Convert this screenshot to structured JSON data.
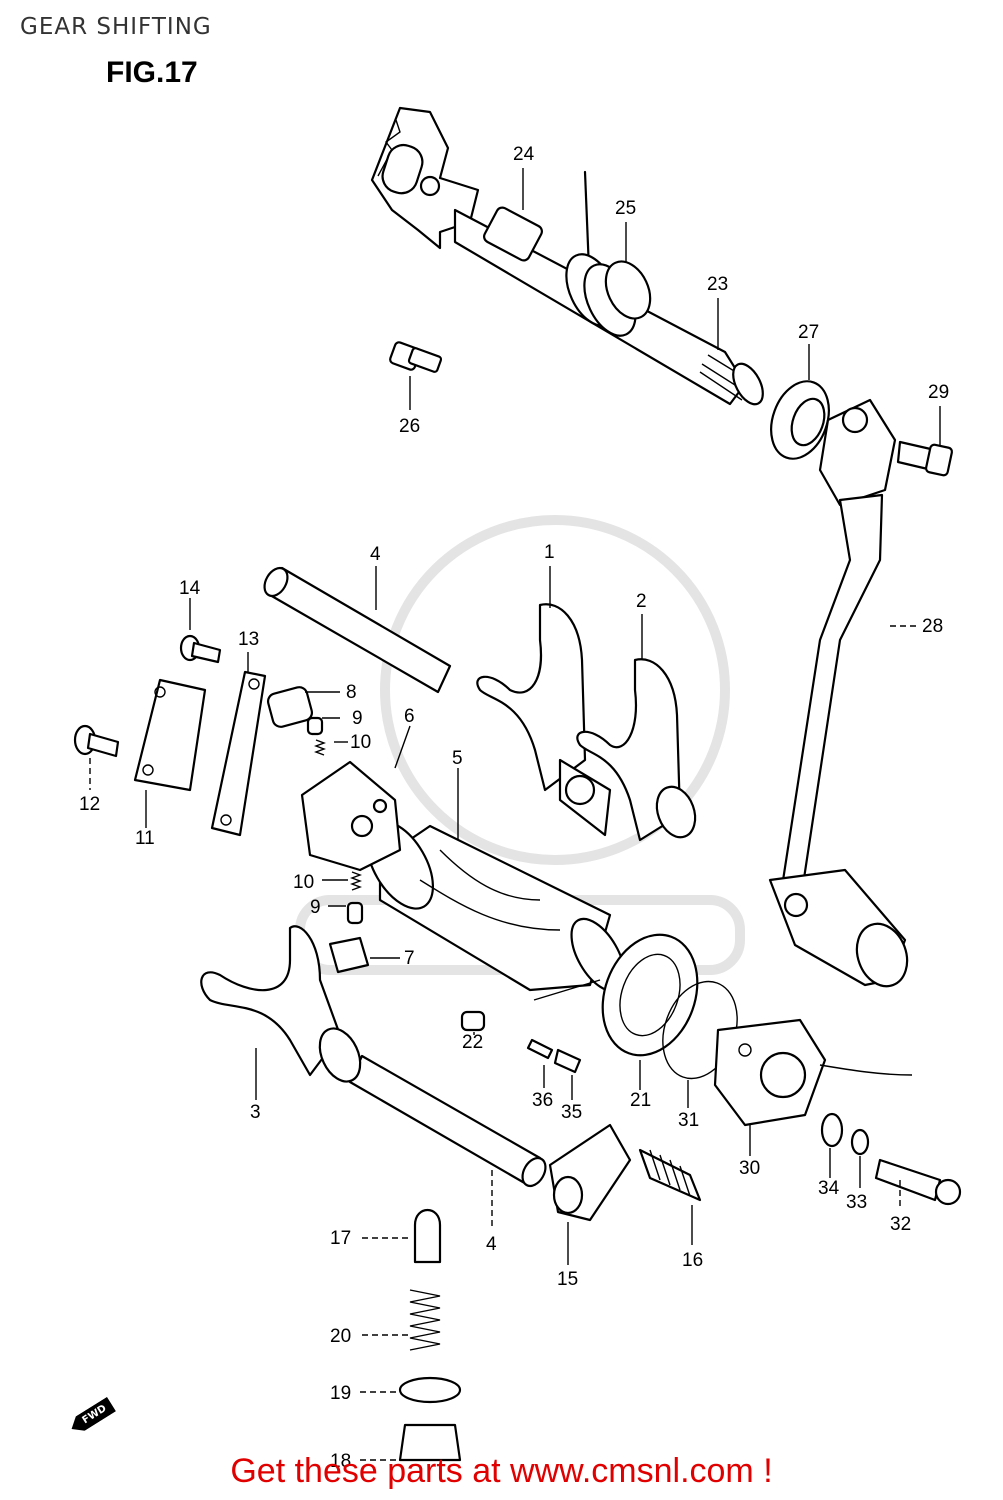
{
  "header": {
    "title": "GEAR SHIFTING",
    "figure": "FIG.17"
  },
  "footer": {
    "link_text": "Get these parts at www.cmsnl.com !"
  },
  "fwd_badge": "FWD",
  "colors": {
    "footer": "#e00000",
    "title": "#333333",
    "line": "#000000",
    "watermark": "#e4e4e4"
  },
  "callouts": [
    "24",
    "25",
    "23",
    "27",
    "29",
    "26",
    "4",
    "1",
    "2",
    "28",
    "14",
    "13",
    "8",
    "9",
    "10",
    "6",
    "12",
    "11",
    "5",
    "10",
    "9",
    "7",
    "3",
    "22",
    "36",
    "35",
    "21",
    "31",
    "30",
    "34",
    "33",
    "32",
    "4",
    "15",
    "16",
    "17",
    "20",
    "19",
    "18"
  ]
}
